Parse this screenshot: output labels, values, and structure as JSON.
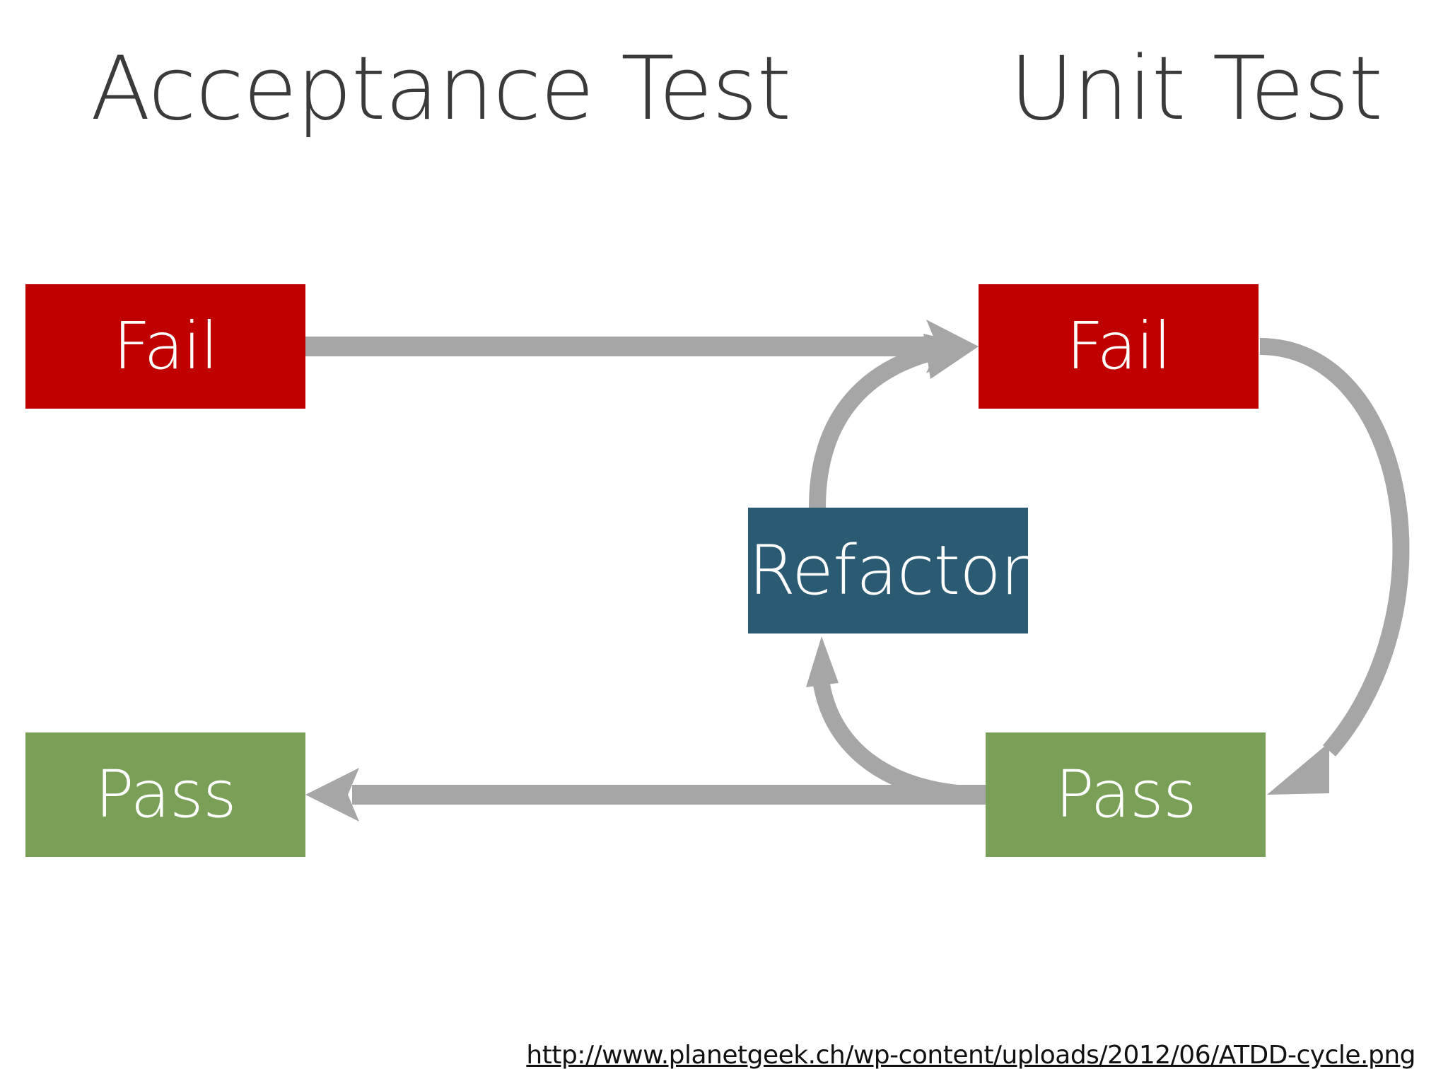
{
  "headings": {
    "acceptance": "Acceptance Test",
    "unit": "Unit Test"
  },
  "nodes": {
    "acceptance_fail": "Fail",
    "acceptance_pass": "Pass",
    "unit_fail": "Fail",
    "unit_pass": "Pass",
    "refactor": "Refactor"
  },
  "source_link": "http://www.planetgeek.ch/wp-content/uploads/2012/06/ATDD-cycle.png",
  "colors": {
    "fail": "#c00000",
    "pass": "#7a9f57",
    "refactor": "#2b5b72",
    "arrow": "#a6a6a6",
    "heading": "#3a3a3a"
  }
}
